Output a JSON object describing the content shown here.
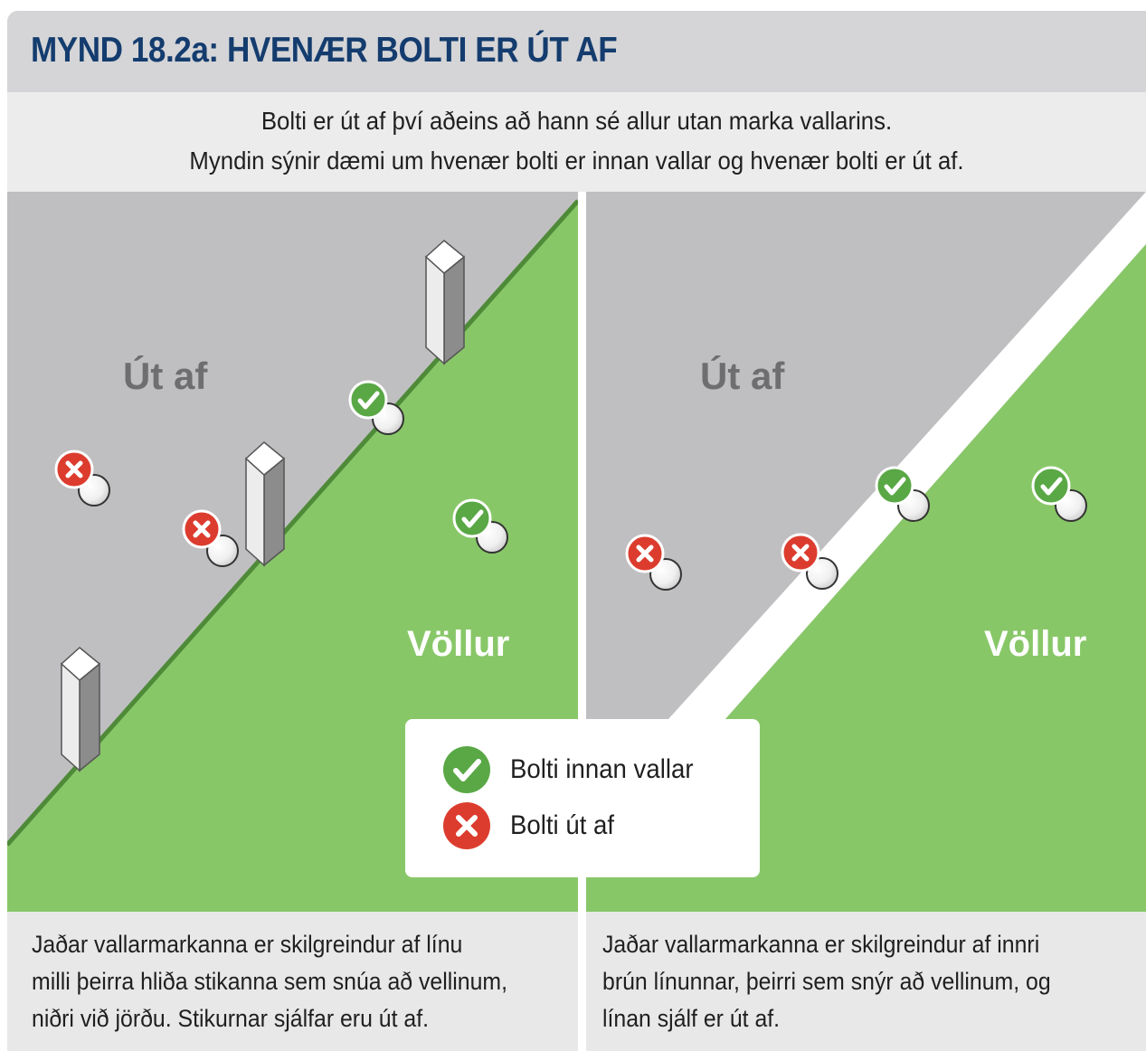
{
  "title": "MYND 18.2a:  HVENÆR BOLTI ER ÚT AF",
  "subtitle": [
    "Bolti er út af því aðeins að hann sé allur utan marka vallarins.",
    "Myndin sýnir dæmi um hvenær bolti er innan vallar og hvenær bolti er út af."
  ],
  "panels": [
    {
      "out_label": "Út af",
      "field_label": "Völlur",
      "caption": [
        "Jaðar vallarmarkanna er skilgreindur af línu",
        "milli þeirra hliða stikanna sem snúa að vellinum,",
        "niðri við jörðu. Stikurnar sjálfar eru út af."
      ]
    },
    {
      "out_label": "Út af",
      "field_label": "Völlur",
      "caption": [
        "Jaðar vallarmarkanna er skilgreindur af innri",
        "brún línunnar, þeirri sem snýr að vellinum, og",
        "línan sjálf er út af."
      ]
    }
  ],
  "legend": {
    "in_label": "Bolti innan vallar",
    "out_label": "Bolti út af"
  },
  "colors": {
    "title": "#143c6e",
    "out_area": "#bfbfc1",
    "field": "#88c768",
    "boundary_line": "#4e8a38",
    "check": "#59a845",
    "cross": "#dc3c2e",
    "field_label": "#ffffff",
    "out_label": "#6e6e70"
  },
  "icons": [
    "check-icon",
    "cross-icon",
    "golf-ball-icon",
    "boundary-stake-icon"
  ]
}
